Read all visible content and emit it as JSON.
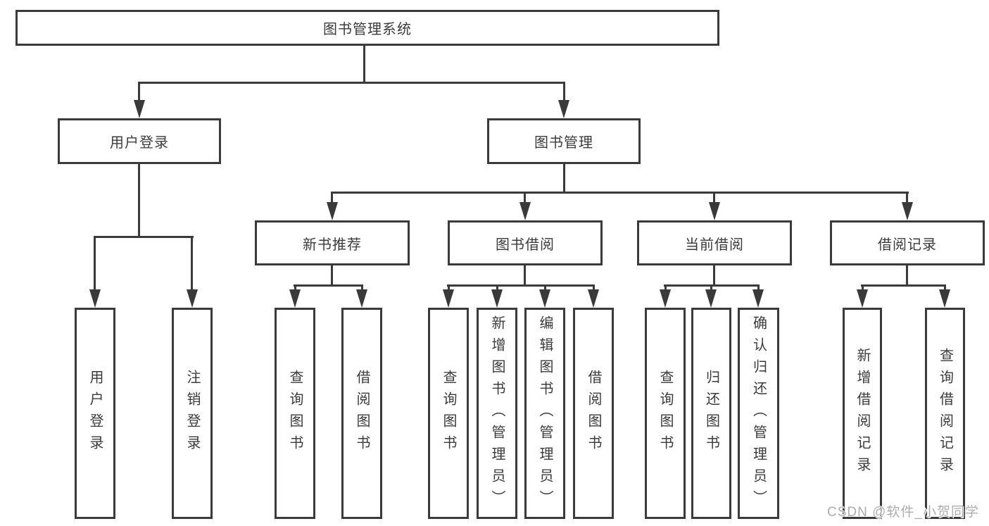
{
  "diagram": {
    "root": {
      "label": "图书管理系统"
    },
    "branches": [
      {
        "label": "用户登录",
        "children": [
          {
            "label": "用户登录"
          },
          {
            "label": "注销登录"
          }
        ]
      },
      {
        "label": "图书管理",
        "children": [
          {
            "label": "新书推荐",
            "children": [
              {
                "label": "查询图书"
              },
              {
                "label": "借阅图书"
              }
            ]
          },
          {
            "label": "图书借阅",
            "children": [
              {
                "label": "查询图书"
              },
              {
                "label": "新增图书（管理员）"
              },
              {
                "label": "编辑图书（管理员）"
              },
              {
                "label": "借阅图书"
              }
            ]
          },
          {
            "label": "当前借阅",
            "children": [
              {
                "label": "查询图书"
              },
              {
                "label": "归还图书"
              },
              {
                "label": "确认归还（管理员）"
              }
            ]
          },
          {
            "label": "借阅记录",
            "children": [
              {
                "label": "新增借阅记录"
              },
              {
                "label": "查询借阅记录"
              }
            ]
          }
        ]
      }
    ]
  },
  "watermark": {
    "text": "CSDN @软件_小贺同学"
  },
  "colors": {
    "line": "#3a3a3a",
    "text": "#3b3b3b",
    "box_bg": "#ffffff",
    "page_bg": "#ffffff",
    "watermark": "#adadad"
  }
}
